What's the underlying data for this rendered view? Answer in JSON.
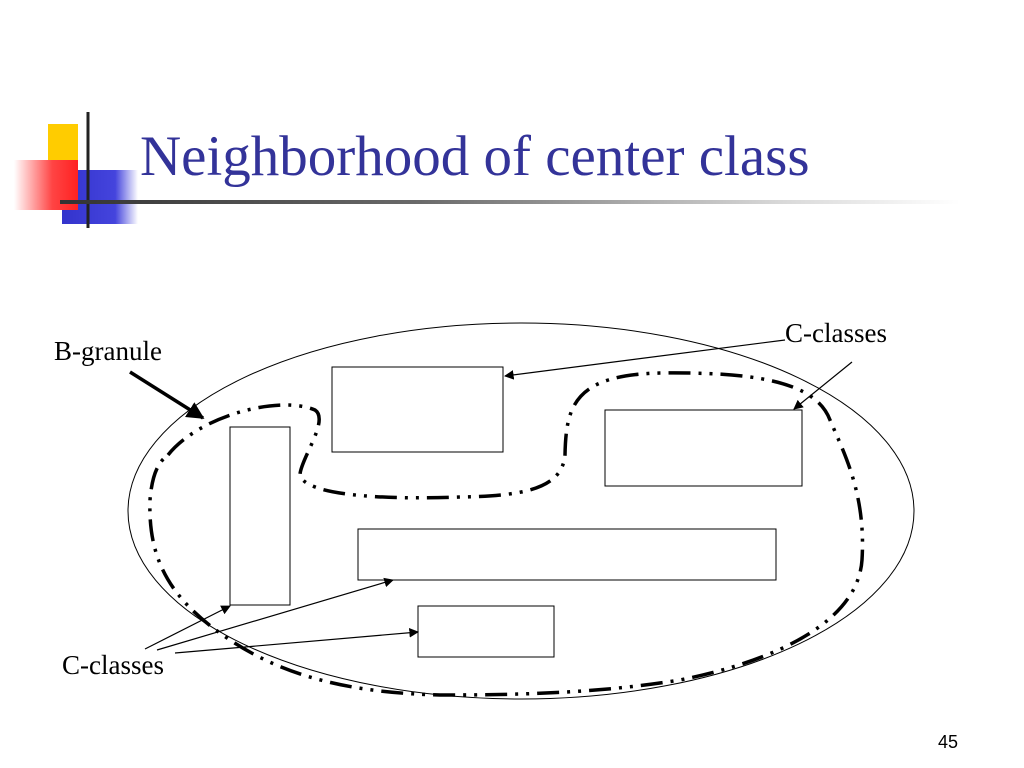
{
  "slide": {
    "title": "Neighborhood of center class",
    "page_number": "45"
  },
  "labels": {
    "b_granule": "B-granule",
    "c_classes_top": "C-classes",
    "c_classes_bottom": "C-classes"
  },
  "colors": {
    "title": "#333399",
    "logo_yellow": "#ffcc00",
    "logo_red": "#ff3333",
    "logo_blue": "#3333cc",
    "line": "#000000"
  }
}
